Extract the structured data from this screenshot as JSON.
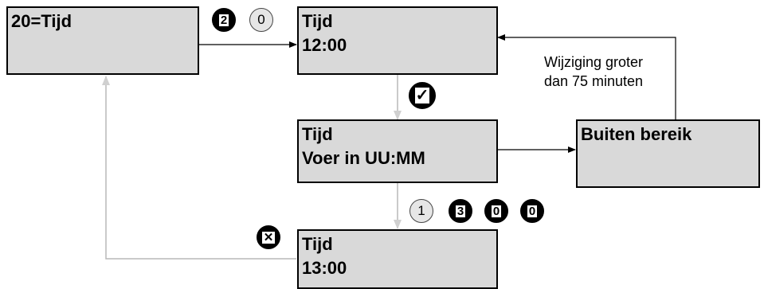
{
  "screens": {
    "menu": {
      "line1": "20=Tijd",
      "line2": ""
    },
    "current_time": {
      "line1": "Tijd",
      "line2": "12:00"
    },
    "enter_time": {
      "line1": "Tijd",
      "line2": "Voer in UU:MM"
    },
    "out_of_range": {
      "line1": "Buiten bereik",
      "line2": ""
    },
    "new_time": {
      "line1": "Tijd",
      "line2": "13:00"
    }
  },
  "keys": {
    "k2": "2",
    "k0a": "0",
    "ok": "✓",
    "k1": "1",
    "k3": "3",
    "k0b": "0",
    "k0c": "0",
    "cancel": "✕"
  },
  "note": {
    "line1": "Wijziging groter",
    "line2": "dan 75 minuten"
  }
}
